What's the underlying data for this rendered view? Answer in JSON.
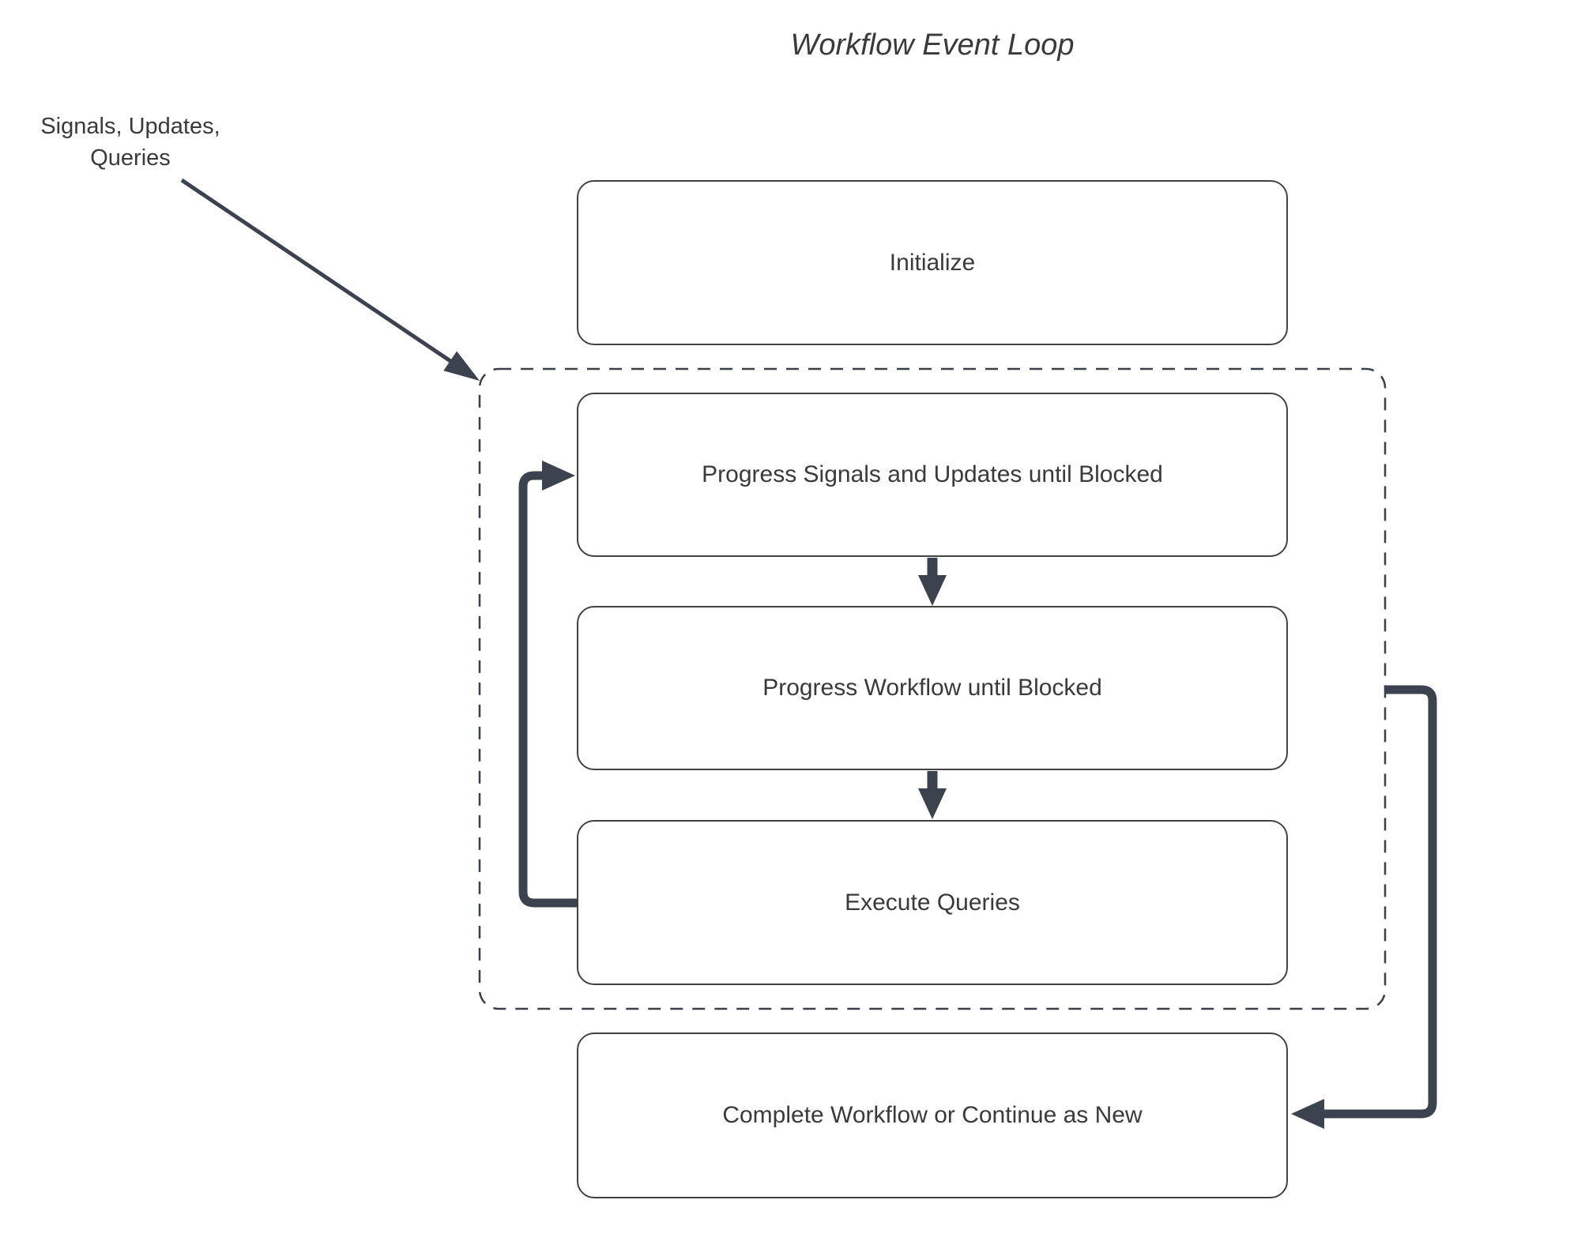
{
  "diagram": {
    "title": "Workflow Event Loop",
    "external_label": {
      "line1": "Signals, Updates,",
      "line2": "Queries"
    },
    "nodes": {
      "initialize": {
        "label": "Initialize"
      },
      "progress_signals": {
        "label": "Progress Signals and Updates until Blocked"
      },
      "progress_workflow": {
        "label": "Progress Workflow until Blocked"
      },
      "execute_queries": {
        "label": "Execute Queries"
      },
      "complete": {
        "label": "Complete Workflow or Continue as New"
      }
    },
    "edges": [
      {
        "from": "external-signals-updates-queries",
        "to": "event-loop-container",
        "style": "thin-diagonal-arrow"
      },
      {
        "from": "progress_signals",
        "to": "progress_workflow",
        "style": "thick-down-arrow"
      },
      {
        "from": "progress_workflow",
        "to": "execute_queries",
        "style": "thick-down-arrow"
      },
      {
        "from": "execute_queries",
        "to": "progress_signals",
        "style": "thick-loop-arrow-left"
      },
      {
        "from": "event-loop-container-right",
        "to": "complete",
        "style": "thick-elbow-arrow-right"
      }
    ],
    "colors": {
      "connector": "#3d434e",
      "box_border": "#424242",
      "dashed_border": "#3a3f49",
      "text": "#3a3a3a",
      "background": "#ffffff"
    }
  }
}
